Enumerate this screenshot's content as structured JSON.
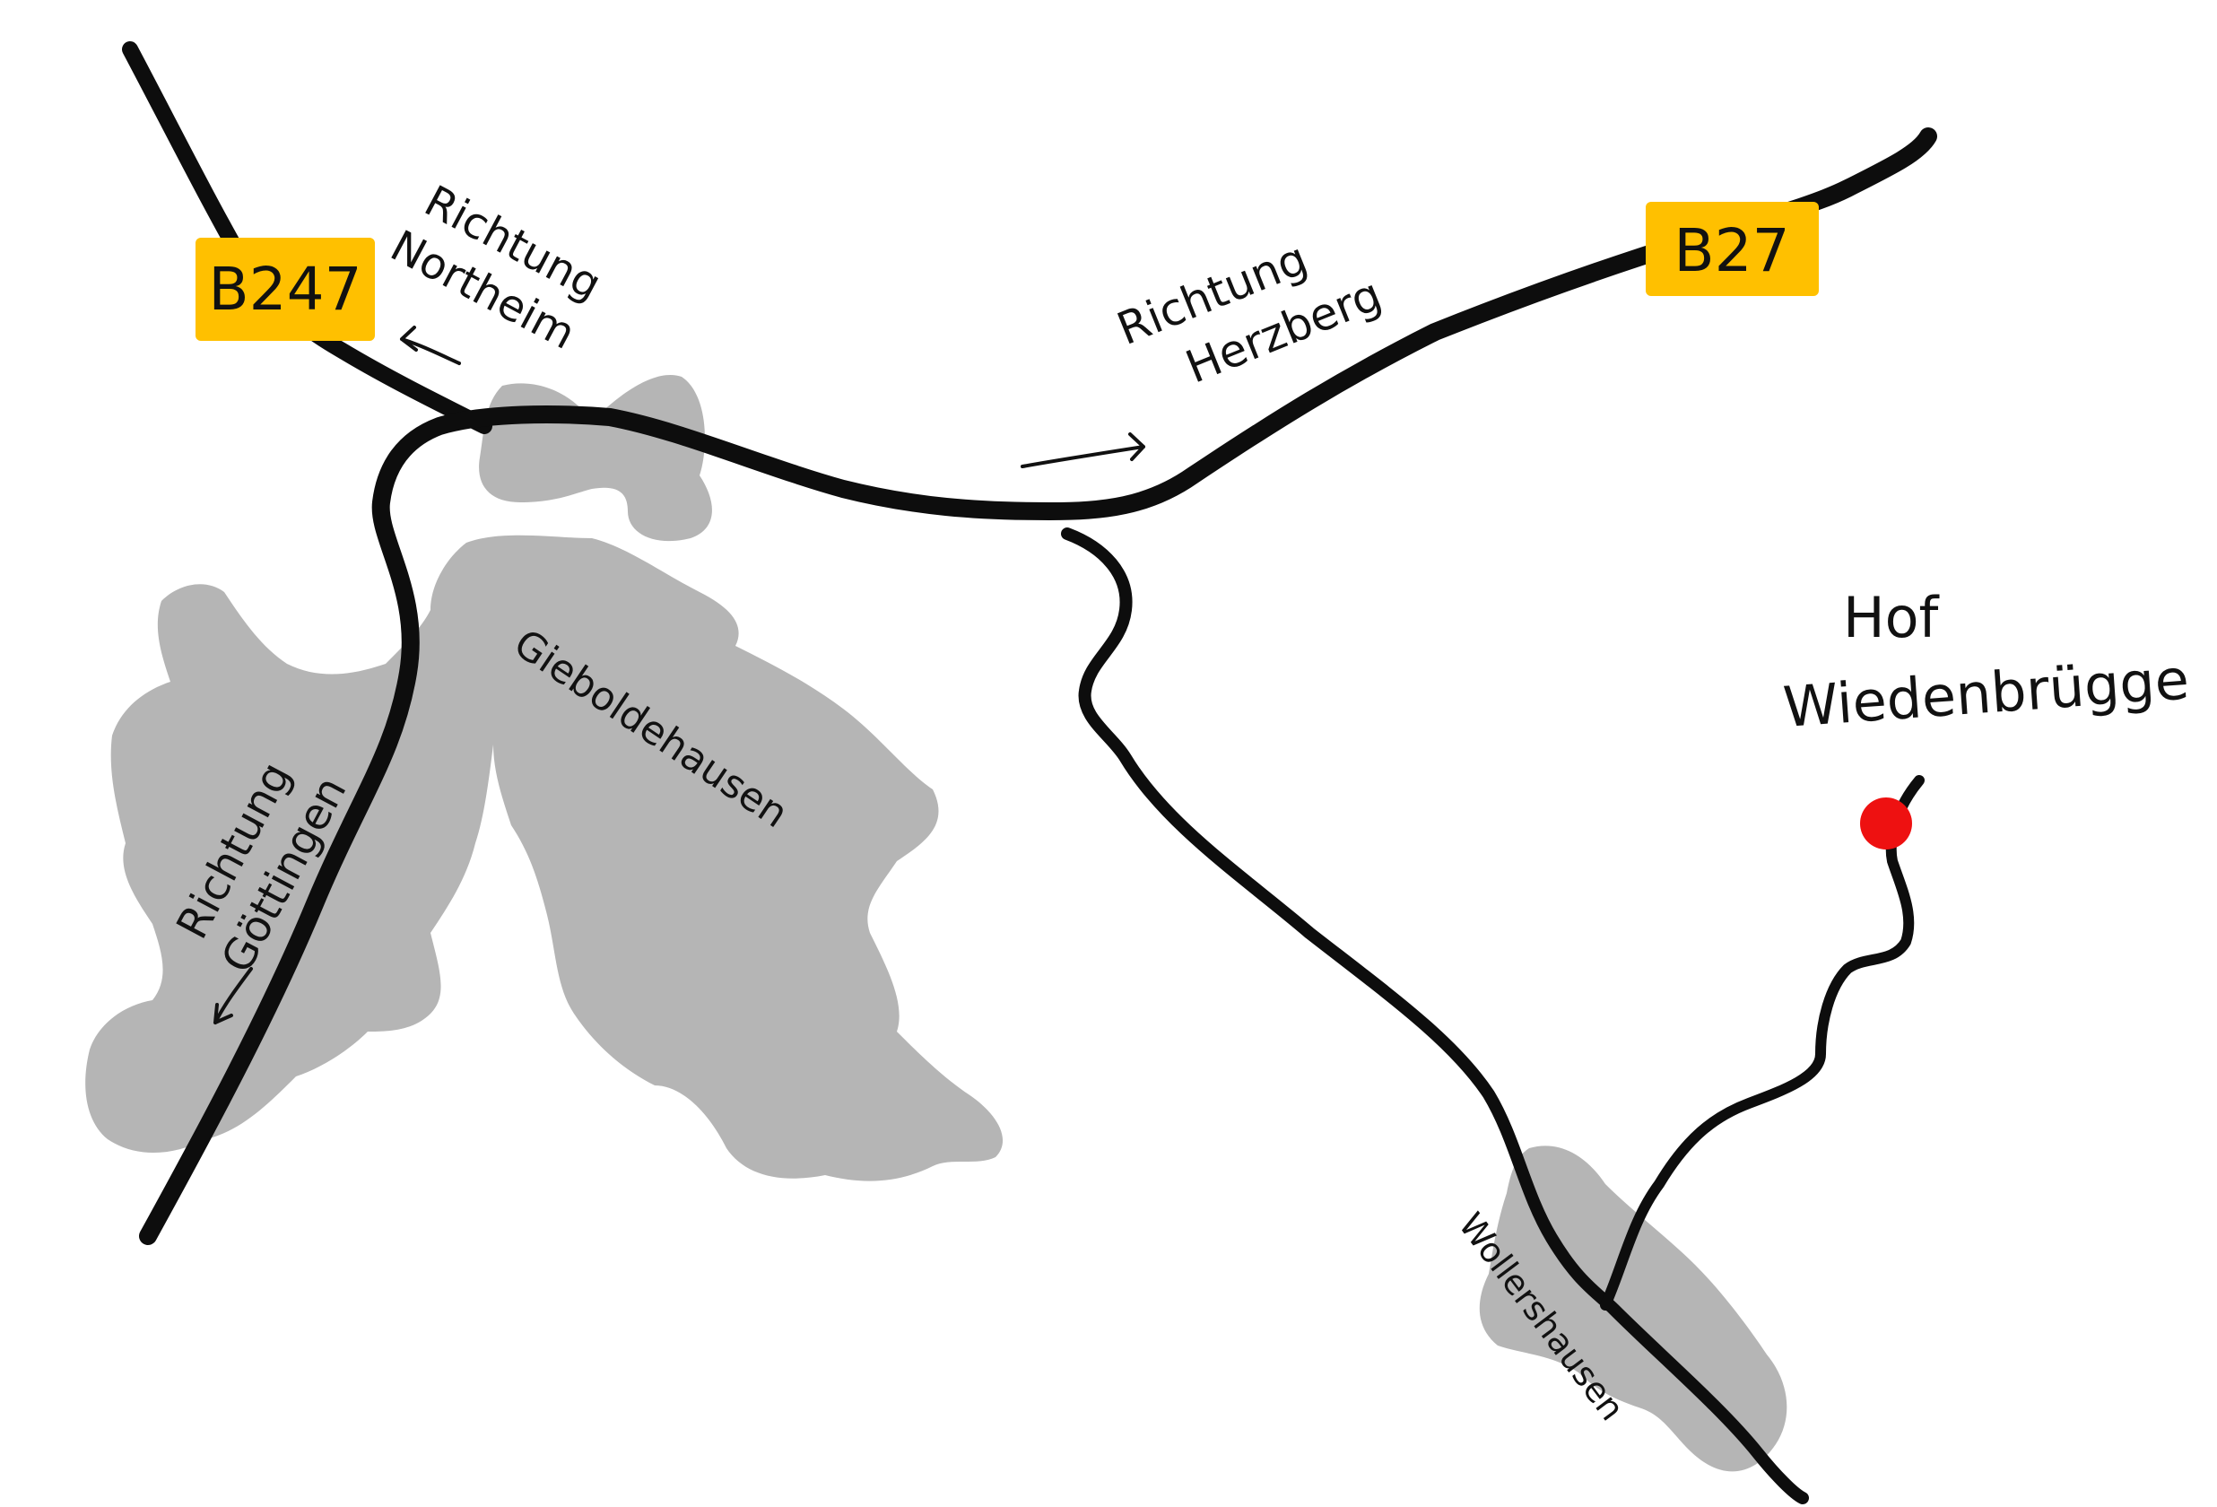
{
  "roads": {
    "b247": {
      "label": "B247"
    },
    "b27": {
      "label": "B27"
    }
  },
  "directions": {
    "northeim": {
      "line1": "Richtung",
      "line2": "Northeim"
    },
    "herzberg": {
      "line1": "Richtung",
      "line2": "Herzberg"
    },
    "goettingen": {
      "line1": "Richtung",
      "line2": "Göttingen"
    }
  },
  "places": {
    "gieboldehausen": "Gieboldehausen",
    "wollershausen": "Wollershausen"
  },
  "destination": {
    "line1": "Hof",
    "line2": "Wiedenbrügge"
  },
  "colors": {
    "road": "#0d0d0d",
    "town_area": "#b5b5b5",
    "sign_bg": "#ffc000",
    "marker": "#ee1111",
    "background": "#ffffff"
  }
}
